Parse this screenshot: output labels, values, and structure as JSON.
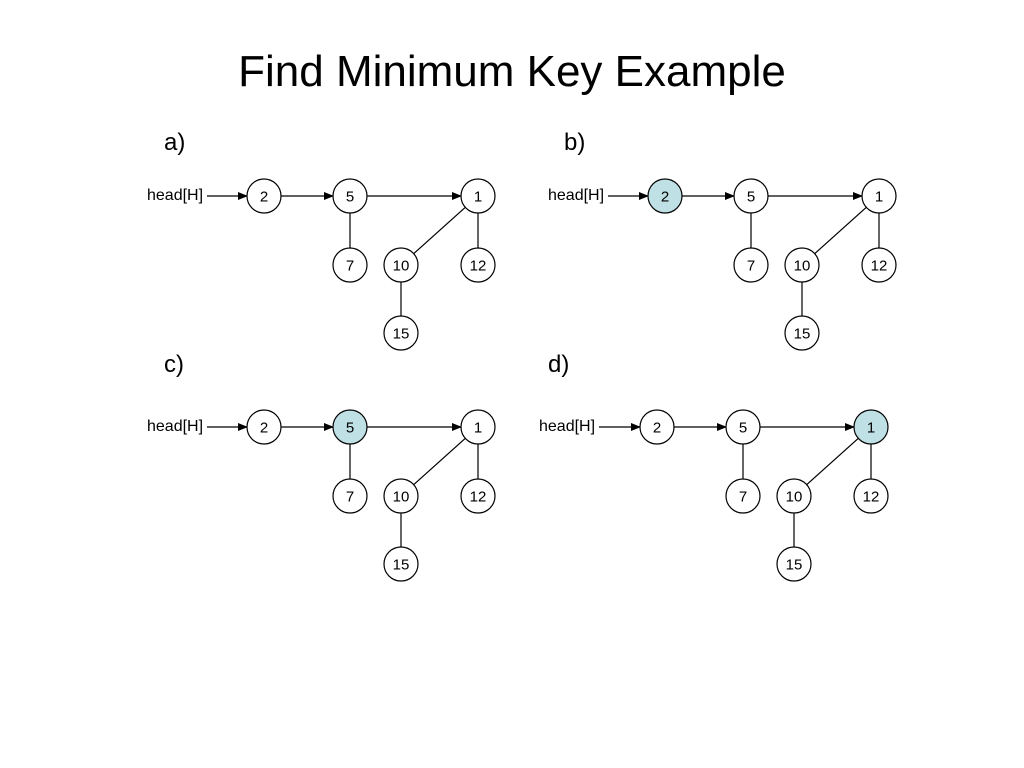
{
  "title": "Find Minimum Key Example",
  "colors": {
    "highlight": "#bfe0e4",
    "node": "#ffffff",
    "stroke": "#000000"
  },
  "panels": [
    {
      "label": "a)",
      "head_label": "head[H]",
      "highlight": null,
      "roots": [
        "2",
        "5",
        "1"
      ],
      "children": {
        "5": [
          "7"
        ],
        "1": [
          "10",
          "12"
        ],
        "10": [
          "15"
        ]
      }
    },
    {
      "label": "b)",
      "head_label": "head[H]",
      "highlight": "2",
      "roots": [
        "2",
        "5",
        "1"
      ],
      "children": {
        "5": [
          "7"
        ],
        "1": [
          "10",
          "12"
        ],
        "10": [
          "15"
        ]
      }
    },
    {
      "label": "c)",
      "head_label": "head[H]",
      "highlight": "5",
      "roots": [
        "2",
        "5",
        "1"
      ],
      "children": {
        "5": [
          "7"
        ],
        "1": [
          "10",
          "12"
        ],
        "10": [
          "15"
        ]
      }
    },
    {
      "label": "d)",
      "head_label": "head[H]",
      "highlight": "1",
      "roots": [
        "2",
        "5",
        "1"
      ],
      "children": {
        "5": [
          "7"
        ],
        "1": [
          "10",
          "12"
        ],
        "10": [
          "15"
        ]
      }
    }
  ]
}
